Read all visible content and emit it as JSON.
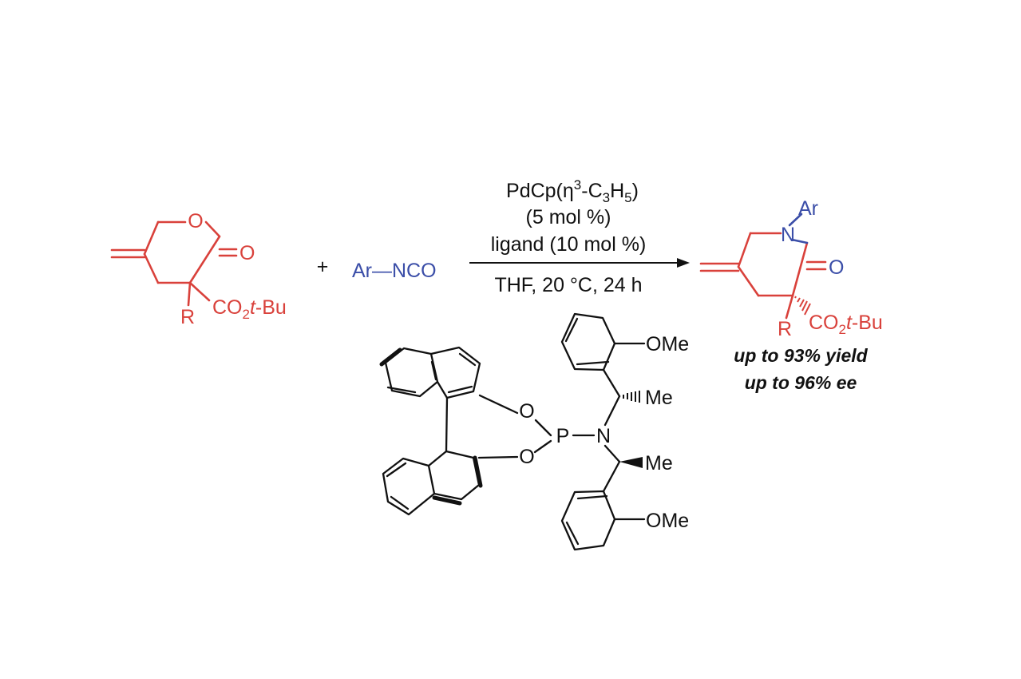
{
  "colors": {
    "substrate": "#d9413b",
    "reagent": "#3b4ea8",
    "ink": "#111111"
  },
  "reactant": {
    "ring_oxygen": "O",
    "carbonyl_oxygen": "O",
    "r_group": "R",
    "ester": {
      "co": "CO",
      "sub": "2",
      "tbu": "t",
      "bu": "-Bu"
    }
  },
  "plus_sign": "+",
  "isocyanate": {
    "ar": "Ar",
    "bond": "—",
    "nco": "NCO"
  },
  "conditions": {
    "line1": {
      "a": "PdCp(η",
      "sup": "3",
      "b": "-C",
      "sub1": "3",
      "c": "H",
      "sub2": "5",
      "d": ")"
    },
    "line2": "(5 mol %)",
    "line3": "ligand (10 mol %)",
    "line4": "THF, 20 °C, 24 h"
  },
  "product": {
    "n_atom": "N",
    "ar": "Ar",
    "carbonyl_oxygen": "O",
    "r_group": "R",
    "ester": {
      "co": "CO",
      "sub": "2",
      "tbu": "t",
      "bu": "-Bu"
    },
    "yield_text": "up to 93% yield",
    "ee_text": "up to 96% ee"
  },
  "ligand": {
    "o_top": "O",
    "o_bottom": "O",
    "p_atom": "P",
    "n_atom": "N",
    "ome_top": "OMe",
    "ome_bottom": "OMe",
    "me_top": "Me",
    "me_bottom": "Me"
  }
}
